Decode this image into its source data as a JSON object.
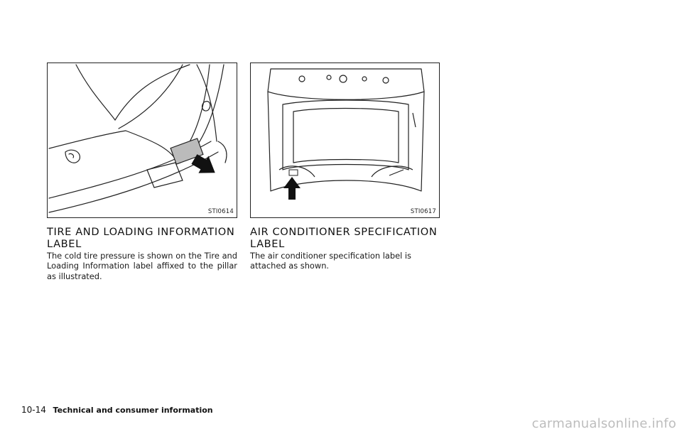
{
  "figures": [
    {
      "code": "STI0614"
    },
    {
      "code": "STI0617"
    }
  ],
  "sections": [
    {
      "title": "TIRE AND LOADING INFORMATION LABEL",
      "body": "The cold tire pressure is shown on the Tire and Loading Information label affixed to the pillar as illustrated."
    },
    {
      "title": "AIR CONDITIONER SPECIFICATION LABEL",
      "body": "The air conditioner specification label is attached as shown."
    }
  ],
  "footer": {
    "page_number": "10-14",
    "section_title": "Technical and consumer information"
  },
  "watermark": "carmanualsonline.info"
}
